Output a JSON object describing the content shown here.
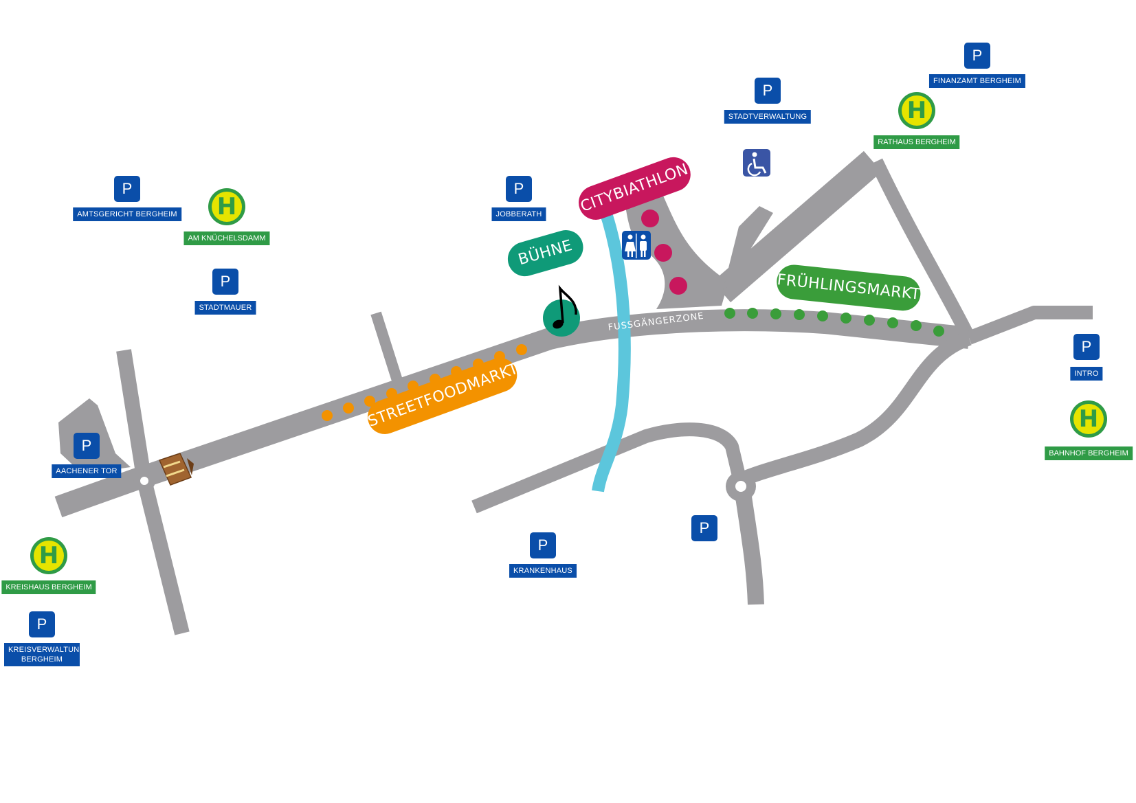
{
  "colors": {
    "road": "#9d9c9f",
    "river": "#5cc6dc",
    "parking": "#0a4ea9",
    "bus": "#2f9b46",
    "bus_inner": "#e6e400",
    "streetfood": "#f39200",
    "buehne": "#0f9a78",
    "citybiathlon": "#c8175d",
    "fruehlingsmarkt": "#3a9d3a",
    "accessibility": "#3a55a5"
  },
  "icons": {
    "parking": "P",
    "bus_stop": "H",
    "music_note": "music-note-icon",
    "toilet": "toilet-icon",
    "accessibility": "wheelchair-icon",
    "city_gate": "city-gate-icon"
  },
  "parking": {
    "amtsgericht": "AMTSGERICHT BERGHEIM",
    "jobberath": "JOBBERATH",
    "stadtmauer": "STADTMAUER",
    "stadtverwaltung": "STADTVERWALTUNG",
    "finanzamt": "FINANZAMT BERGHEIM",
    "aachener_tor": "AACHENER TOR",
    "intro": "INTRO",
    "krankenhaus": "KRANKENHAUS",
    "kreisverwaltung": "KREISVERWALTUNG BERGHEIM"
  },
  "bus_stops": {
    "am_knuechelsdamm": "AM KNÜCHELSDAMM",
    "rathaus": "RATHAUS BERGHEIM",
    "bahnhof": "BAHNHOF BERGHEIM",
    "kreishaus": "KREISHAUS BERGHEIM"
  },
  "areas": {
    "streetfoodmarkt": "STREETFOODMARKT",
    "buehne": "BÜHNE",
    "citybiathlon": "CITYBIATHLON",
    "fruehlingsmarkt": "FRÜHLINGSMARKT"
  },
  "zones": {
    "west": "FUSSGÄNGERZONE",
    "east": "FUSSGÄNGERZONE"
  }
}
